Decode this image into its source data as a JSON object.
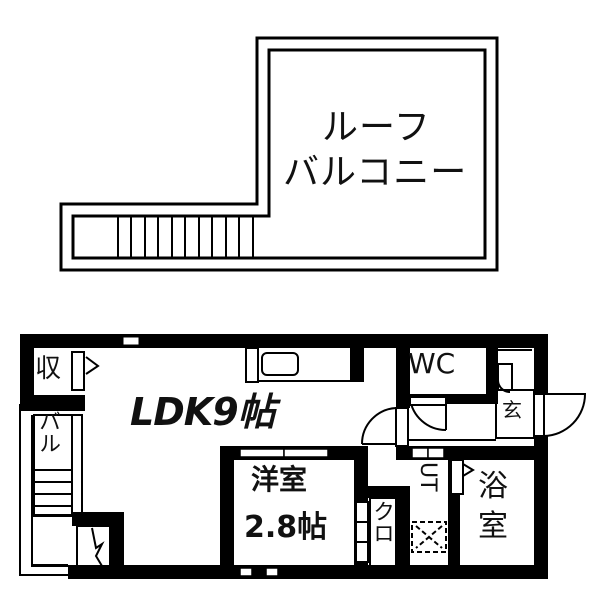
{
  "floor_plan": {
    "roof_balcony": {
      "label_line1": "ルーフ",
      "label_line2": "バルコニー",
      "stair_treads": 11
    },
    "rooms": {
      "storage": {
        "label": "収"
      },
      "balcony": {
        "label": "バル"
      },
      "ldk": {
        "label": "LDK9帖",
        "type": "LDK",
        "size": "9帖"
      },
      "western_room": {
        "label_line1": "洋室",
        "label_line2": "2.8帖",
        "size": "2.8帖"
      },
      "closet": {
        "label": "クロ"
      },
      "wc": {
        "label": "WC"
      },
      "entrance": {
        "label": "玄"
      },
      "utility": {
        "label": "UT"
      },
      "bathroom": {
        "label_line1": "浴",
        "label_line2": "室"
      }
    },
    "colors": {
      "wall": "#000000",
      "background": "#ffffff",
      "text": "#111111"
    }
  }
}
